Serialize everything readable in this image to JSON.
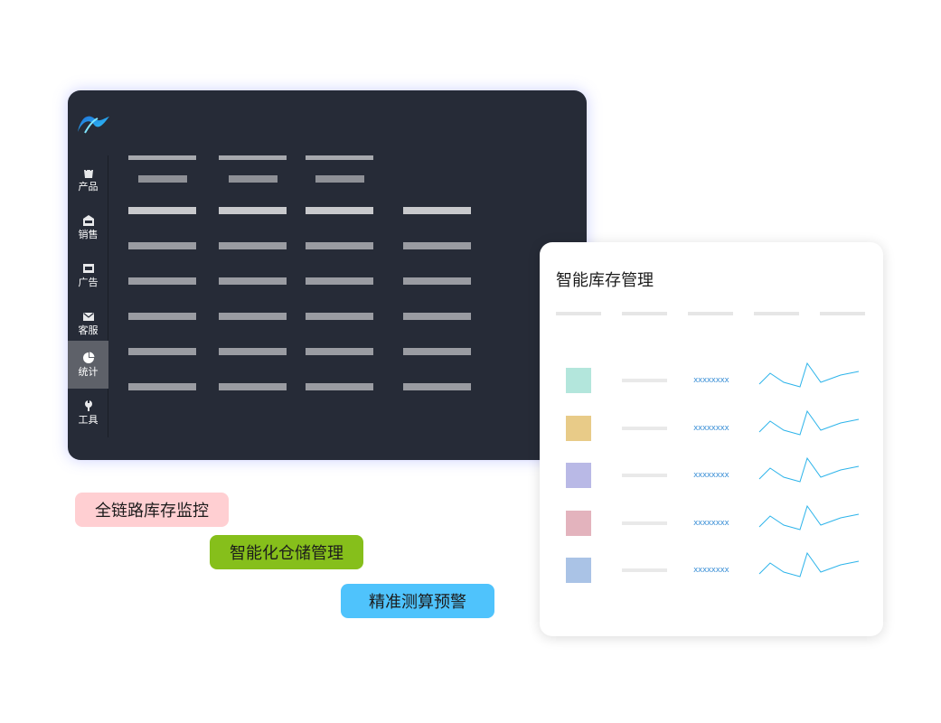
{
  "sidebar": {
    "items": [
      {
        "label": "产品",
        "icon": "shopping-bag-icon"
      },
      {
        "label": "销售",
        "icon": "sell-icon"
      },
      {
        "label": "广告",
        "icon": "ad-icon"
      },
      {
        "label": "客服",
        "icon": "mail-icon"
      },
      {
        "label": "统计",
        "icon": "pie-chart-icon",
        "active": true
      },
      {
        "label": "工具",
        "icon": "wrench-icon"
      }
    ]
  },
  "card": {
    "title": "智能库存管理",
    "rows": [
      {
        "color": "#b3e6dc",
        "code": "xxxxxxxx"
      },
      {
        "color": "#e8cb88",
        "code": "xxxxxxxx"
      },
      {
        "color": "#b9b9e6",
        "code": "xxxxxxxx"
      },
      {
        "color": "#e3b3bd",
        "code": "xxxxxxxx"
      },
      {
        "color": "#aac3e6",
        "code": "xxxxxxxx"
      }
    ]
  },
  "tags": [
    {
      "label": "全链路库存监控",
      "color": "#ffcfd2"
    },
    {
      "label": "智能化仓储管理",
      "color": "#86bf1b"
    },
    {
      "label": "精准测算预警",
      "color": "#4fc3fc"
    }
  ],
  "colors": {
    "window_bg": "#262b37",
    "sidebar_active": "#5e6169",
    "sparkline": "#2db4ea"
  }
}
